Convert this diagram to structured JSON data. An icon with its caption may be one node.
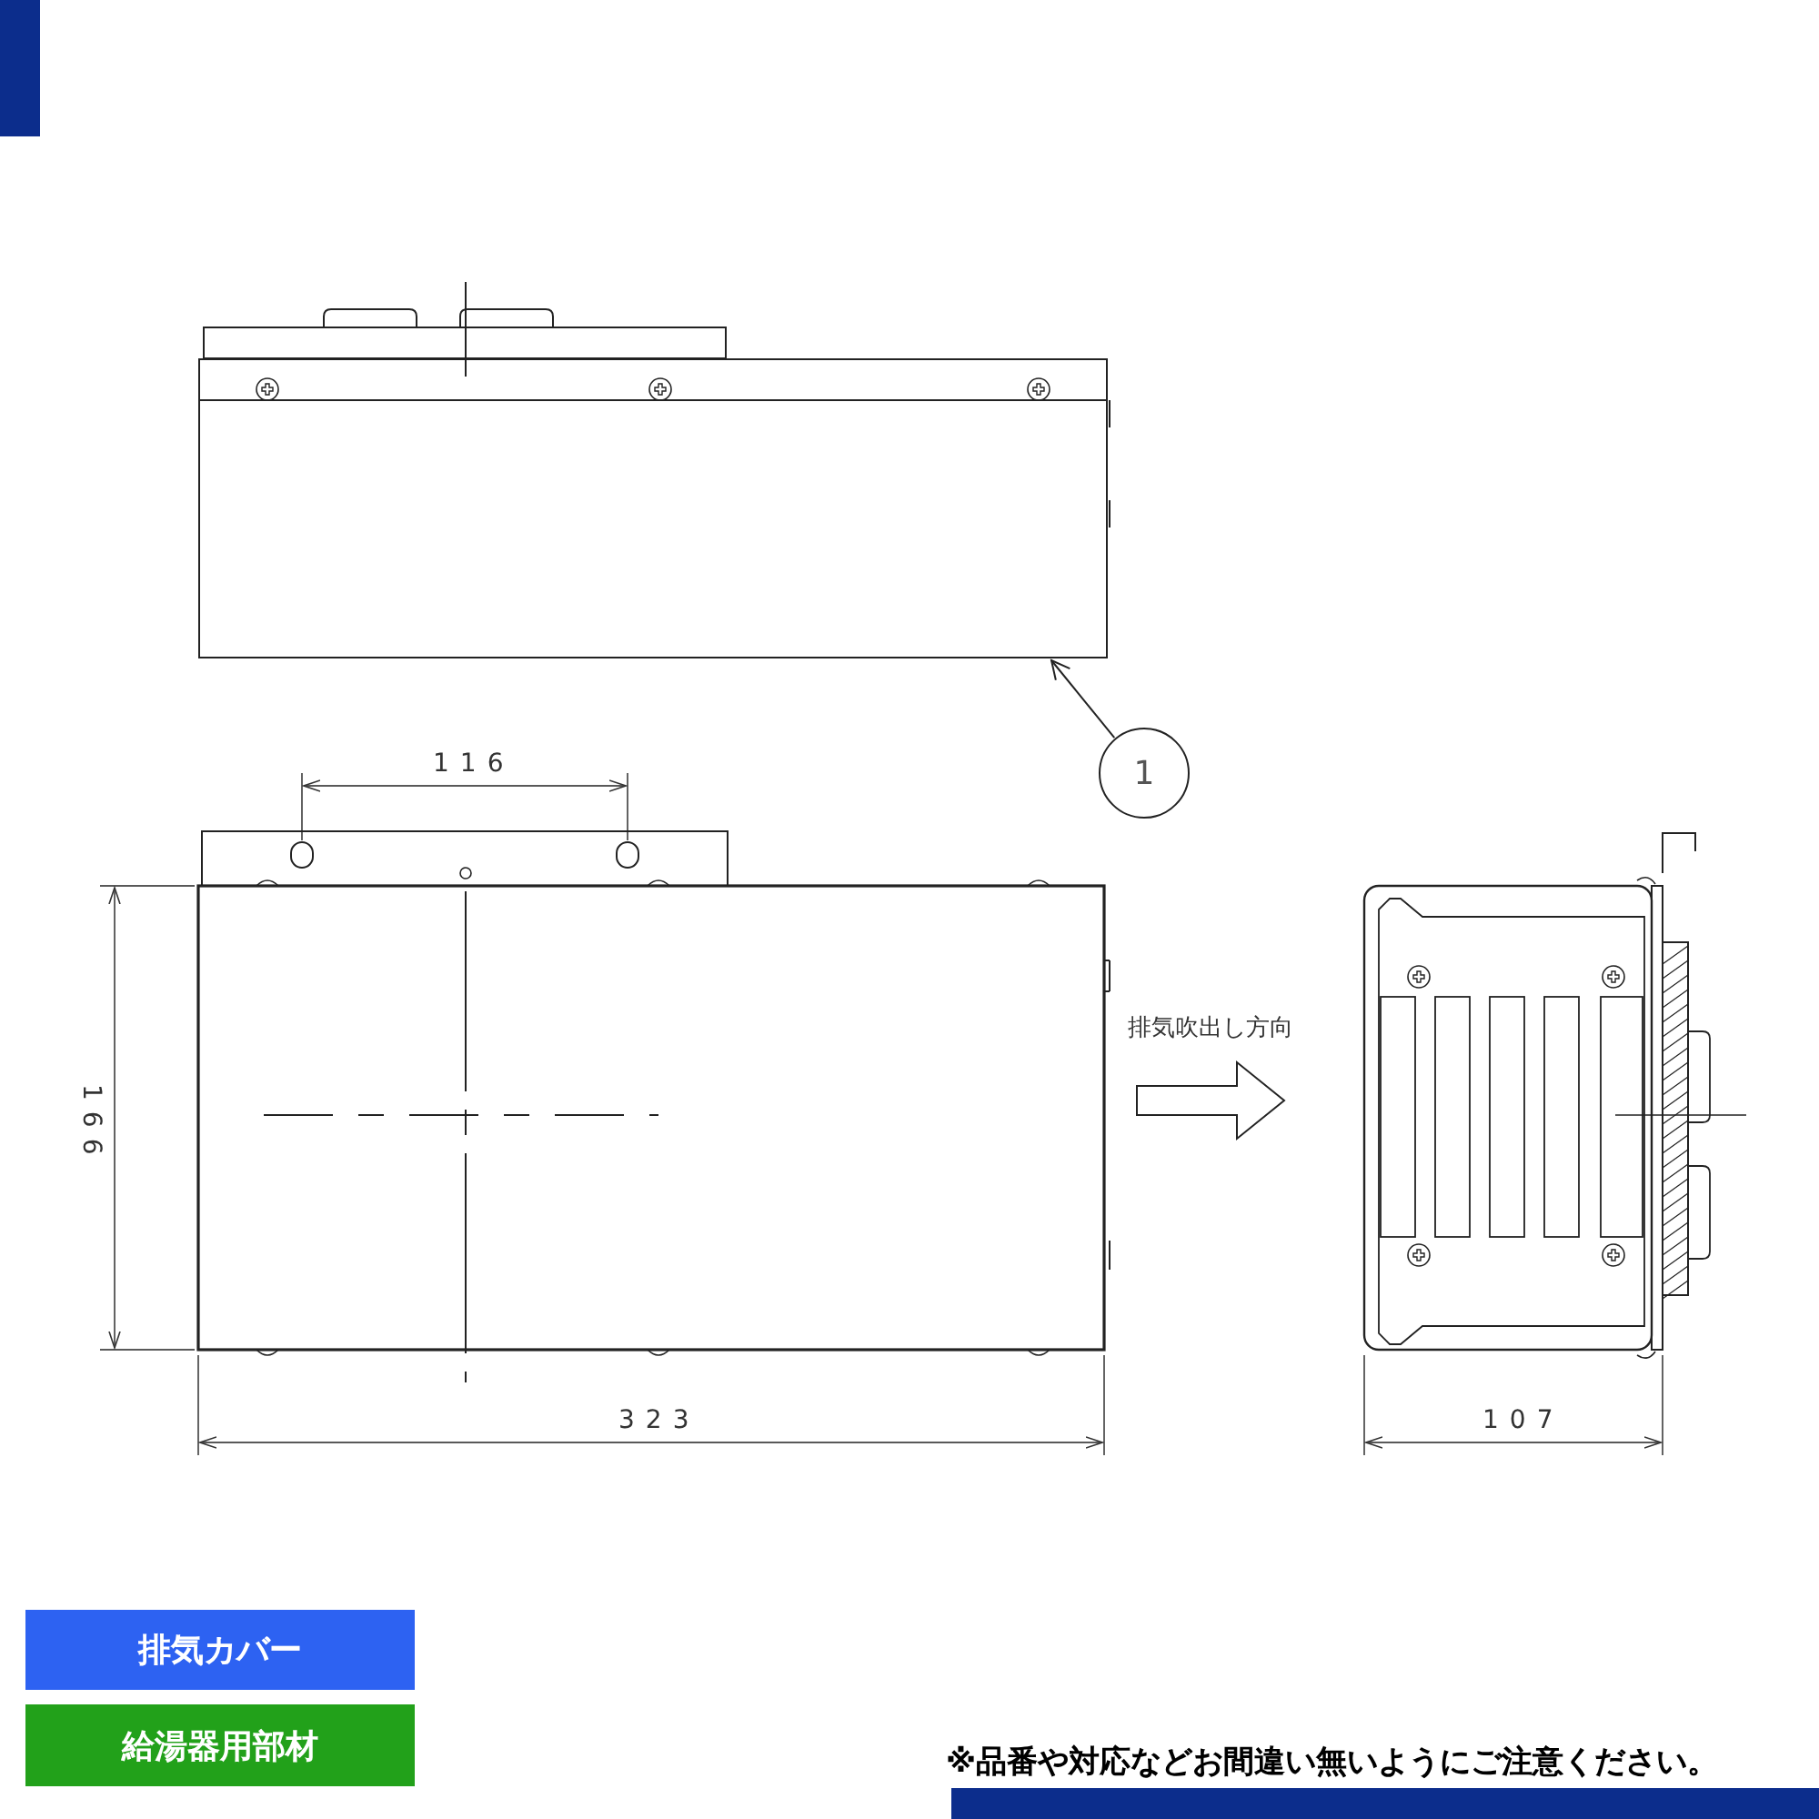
{
  "diagram": {
    "nodes": [
      {
        "text": [
          "1"
        ]
      },
      {
        "text": [],
        "shape": "box"
      },
      {
        "text": [
          "排気カバー"
        ]
      },
      {
        "text": [
          "給湯器用部材"
        ]
      }
    ],
    "edges": [
      {
        "from": 0,
        "to": 1,
        "arrow": "to"
      }
    ],
    "labels": [
      "116",
      "排気吹出し方向",
      "166",
      "323",
      "107",
      "※品番や対応などお間違い無いようにご注意ください。"
    ]
  }
}
